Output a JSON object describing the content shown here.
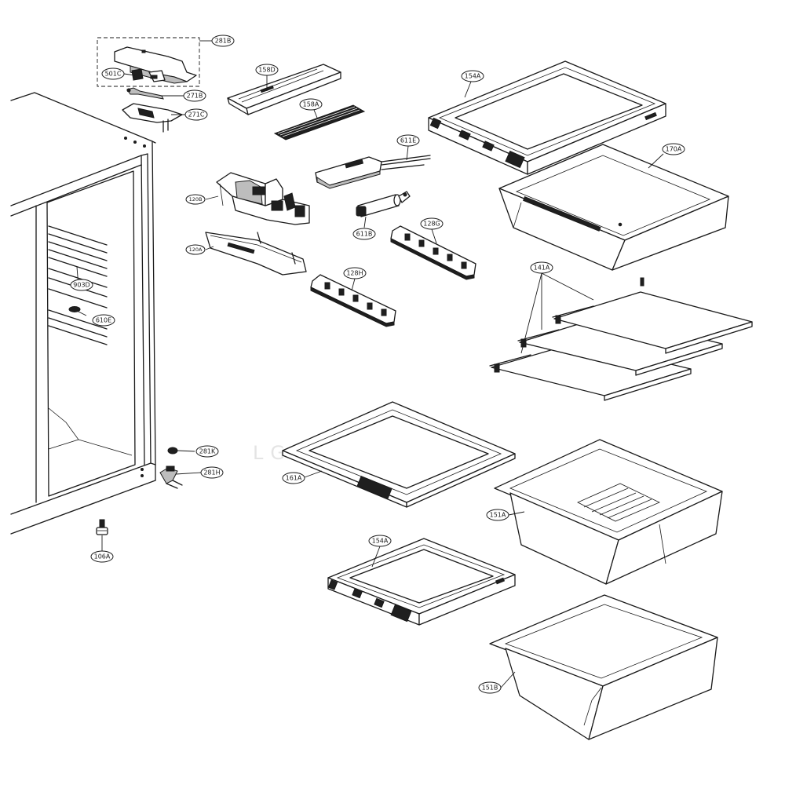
{
  "diagram": {
    "watermark": "LGHAVENTURE",
    "part_labels": {
      "p281B": "281B",
      "p501C": "501C",
      "p271B": "271B",
      "p271C": "271C",
      "p158D": "158D",
      "p158A": "158A",
      "p154A_top": "154A",
      "p170A": "170A",
      "p611E": "611E",
      "p120B": "120B",
      "p611B": "611B",
      "p128G": "128G",
      "p120A": "120A",
      "p128H": "128H",
      "p141A": "141A",
      "p903D": "903D",
      "p610E": "610E",
      "p281K": "281K",
      "p281H": "281H",
      "p161A": "161A",
      "p151A": "151A",
      "p106A": "106A",
      "p154A_bottom": "154A",
      "p151B": "151B"
    }
  }
}
